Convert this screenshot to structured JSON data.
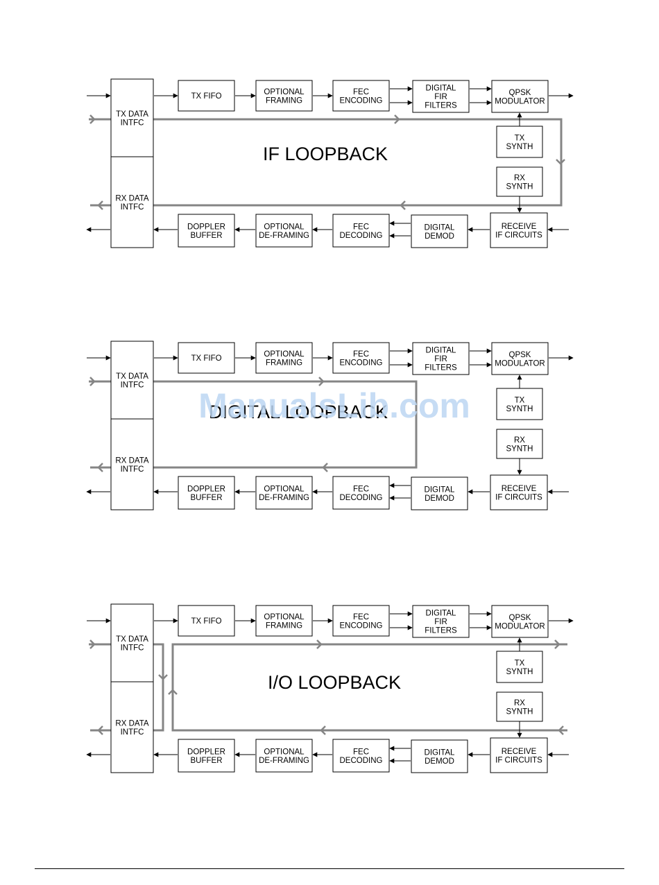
{
  "blocks": {
    "tx_data_intfc": [
      "TX DATA",
      "INTFC"
    ],
    "rx_data_intfc": [
      "RX DATA",
      "INTFC"
    ],
    "tx_fifo": [
      "TX FIFO"
    ],
    "optional_framing": [
      "OPTIONAL",
      "FRAMING"
    ],
    "fec_encoding": [
      "FEC",
      "ENCODING"
    ],
    "digital_fir_filters": [
      "DIGITAL",
      "FIR",
      "FILTERS"
    ],
    "qpsk_modulator": [
      "QPSK",
      "MODULATOR"
    ],
    "tx_synth": [
      "TX",
      "SYNTH"
    ],
    "rx_synth": [
      "RX",
      "SYNTH"
    ],
    "receive_if_circuits": [
      "RECEIVE",
      "IF CIRCUITS"
    ],
    "digital_demod": [
      "DIGITAL",
      "DEMOD"
    ],
    "fec_decoding": [
      "FEC",
      "DECODING"
    ],
    "optional_deframing": [
      "OPTIONAL",
      "DE-FRAMING"
    ],
    "doppler_buffer": [
      "DOPPLER",
      "BUFFER"
    ]
  },
  "diagrams": [
    {
      "title": "IF LOOPBACK"
    },
    {
      "title": "DIGITAL LOOPBACK"
    },
    {
      "title": "I/O LOOPBACK"
    }
  ],
  "watermark": "ManualsLib.com",
  "colors": {
    "loop_path": "#858585",
    "watermark": "#bcd6f2"
  }
}
